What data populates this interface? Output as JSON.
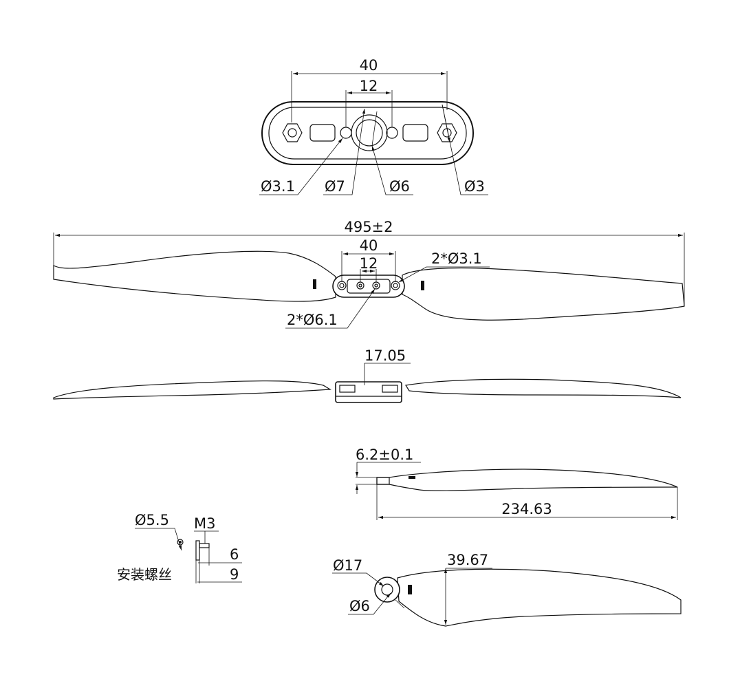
{
  "hub_view": {
    "dim_width": "40",
    "dim_inner": "12",
    "dia_small_hole": "Ø3.1",
    "dia_center_a": "Ø7",
    "dia_center_b": "Ø6",
    "dia_end_hole": "Ø3"
  },
  "top_view": {
    "overall_length": "495±2",
    "dim_width": "40",
    "dim_inner": "12",
    "dia_outer_holes": "2*Ø3.1",
    "dia_inner_holes": "2*Ø6.1"
  },
  "side_view": {
    "thickness": "17.05"
  },
  "half_blade_side": {
    "hub_thickness": "6.2±0.1",
    "length": "234.63"
  },
  "screw": {
    "head_dia": "Ø5.5",
    "thread": "M3",
    "len_short": "6",
    "len_long": "9",
    "caption": "安装螺丝"
  },
  "half_blade_top": {
    "hub_dia": "Ø17",
    "bore_dia": "Ø6",
    "chord": "39.67"
  }
}
